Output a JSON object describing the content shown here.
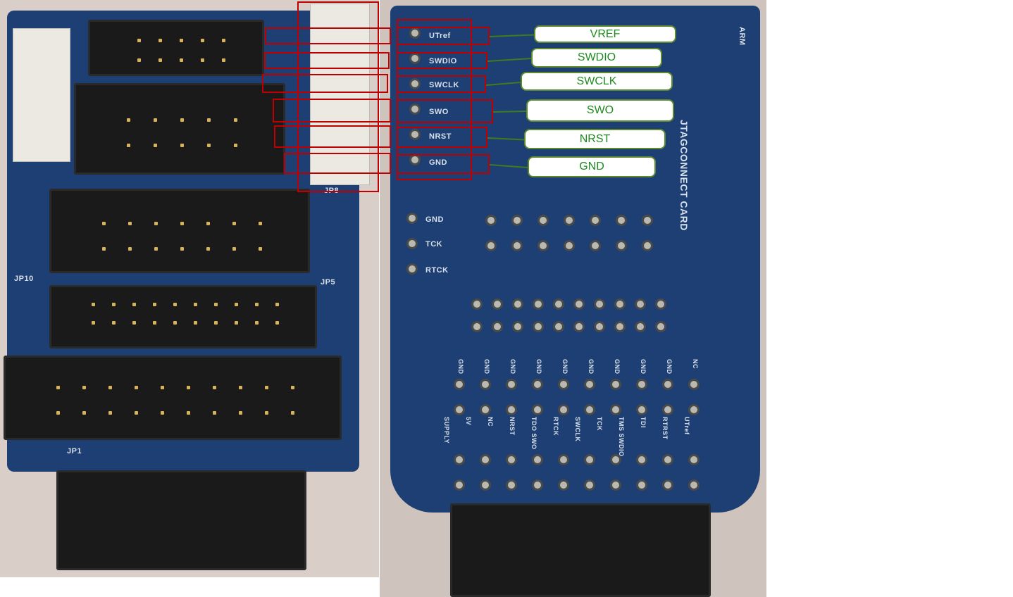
{
  "annotations": {
    "labels": [
      "VREF",
      "SWDIO",
      "SWCLK",
      "SWO",
      "NRST",
      "GND"
    ],
    "box_color": "#c00000",
    "label_text_color": "#1f8a1f",
    "connector_color": "#3e7d1e"
  },
  "right_board": {
    "pin_silk": [
      "UTref",
      "SWDIO",
      "SWCLK",
      "SWO",
      "NRST",
      "GND"
    ],
    "title": "JTAGCONNECT CARD",
    "brand": "ARM",
    "side_pins": [
      "GND",
      "TCK",
      "RTCK"
    ],
    "bottom_row_top": [
      "GND",
      "GND",
      "GND",
      "GND",
      "GND",
      "GND",
      "GND",
      "GND",
      "GND",
      "NC"
    ],
    "bottom_row_bottom": [
      "SUPPLY",
      "5V",
      "NC",
      "NRST",
      "TDO SWO",
      "RTCK",
      "SWCLK",
      "TCK",
      "TMS SWDIO",
      "TDI",
      "RTRST",
      "UTref"
    ]
  },
  "left_board": {
    "silk": [
      "JP10",
      "JP5",
      "JP8",
      "JP1"
    ]
  },
  "colors": {
    "pcb": "#1d3f73",
    "header": "#1a1a1a"
  }
}
